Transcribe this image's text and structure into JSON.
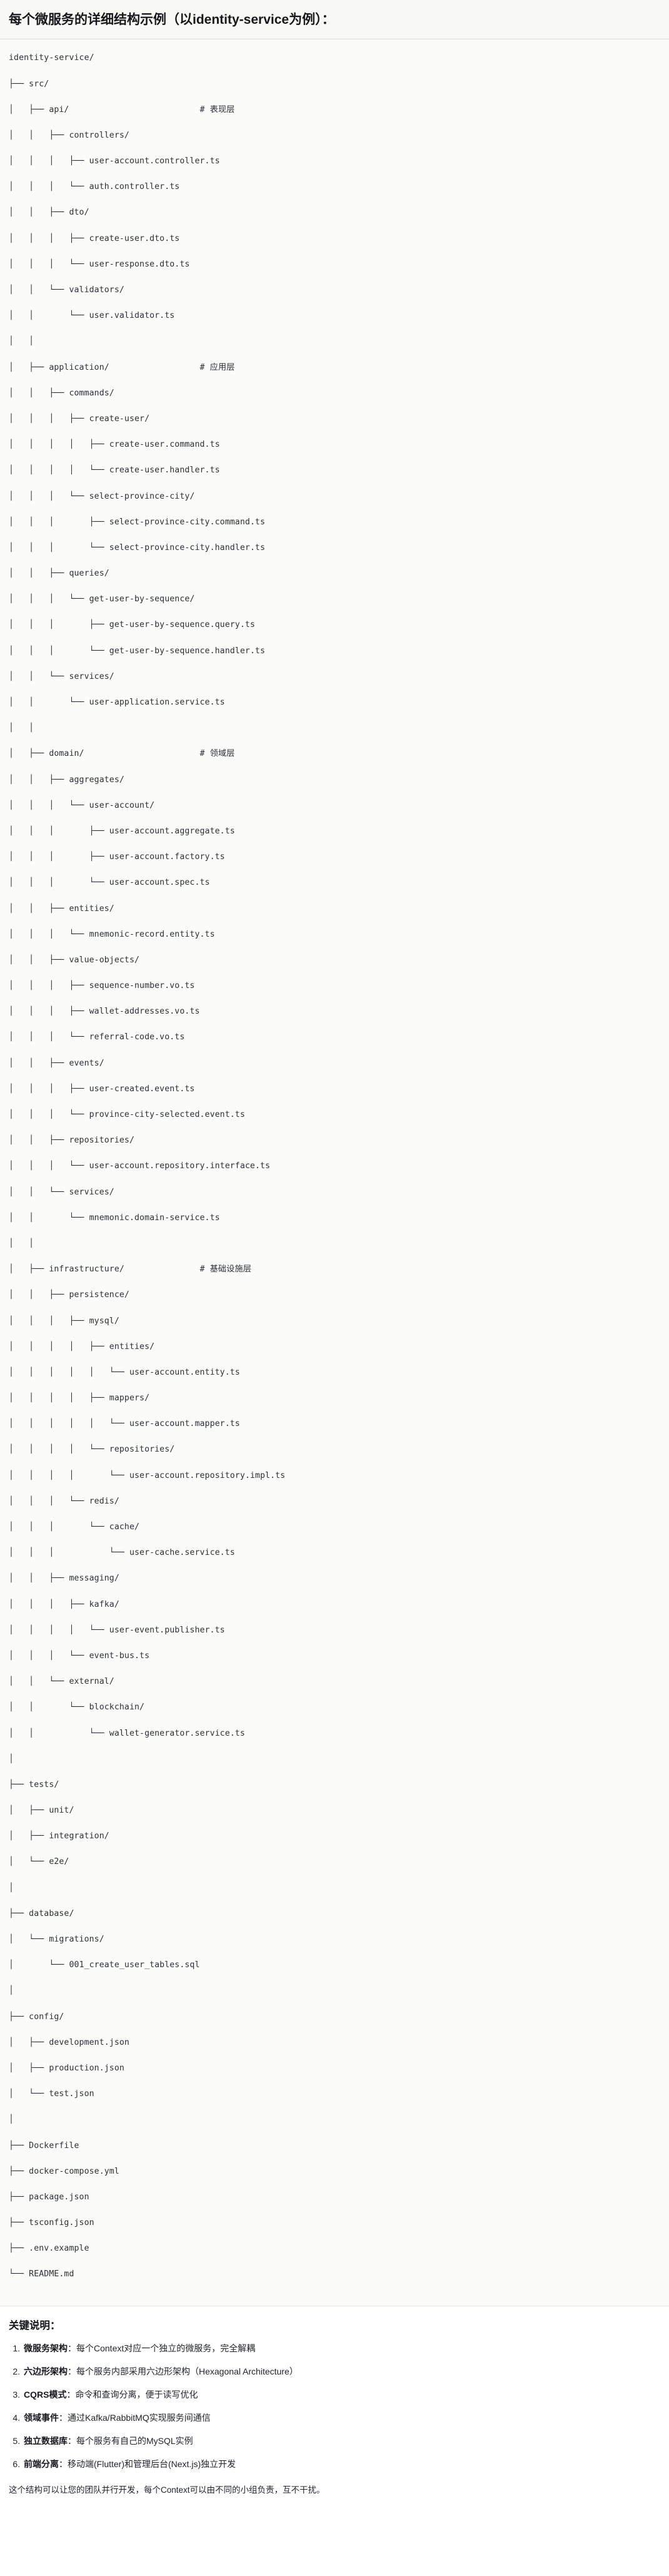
{
  "header": {
    "title": "每个微服务的详细结构示例（以identity-service为例）："
  },
  "code_block": {
    "language": "text",
    "root": "identity-service/",
    "comments": {
      "api": "# 表现层",
      "application": "# 应用层",
      "domain": "# 领域层",
      "infrastructure": "# 基础设施层"
    },
    "lines": [
      "identity-service/",
      "├── src/",
      "│   ├── api/                          # 表现层",
      "│   │   ├── controllers/",
      "│   │   │   ├── user-account.controller.ts",
      "│   │   │   └── auth.controller.ts",
      "│   │   ├── dto/",
      "│   │   │   ├── create-user.dto.ts",
      "│   │   │   └── user-response.dto.ts",
      "│   │   └── validators/",
      "│   │       └── user.validator.ts",
      "│   │",
      "│   ├── application/                  # 应用层",
      "│   │   ├── commands/",
      "│   │   │   ├── create-user/",
      "│   │   │   │   ├── create-user.command.ts",
      "│   │   │   │   └── create-user.handler.ts",
      "│   │   │   └── select-province-city/",
      "│   │   │       ├── select-province-city.command.ts",
      "│   │   │       └── select-province-city.handler.ts",
      "│   │   ├── queries/",
      "│   │   │   └── get-user-by-sequence/",
      "│   │   │       ├── get-user-by-sequence.query.ts",
      "│   │   │       └── get-user-by-sequence.handler.ts",
      "│   │   └── services/",
      "│   │       └── user-application.service.ts",
      "│   │",
      "│   ├── domain/                       # 领域层",
      "│   │   ├── aggregates/",
      "│   │   │   └── user-account/",
      "│   │   │       ├── user-account.aggregate.ts",
      "│   │   │       ├── user-account.factory.ts",
      "│   │   │       └── user-account.spec.ts",
      "│   │   ├── entities/",
      "│   │   │   └── mnemonic-record.entity.ts",
      "│   │   ├── value-objects/",
      "│   │   │   ├── sequence-number.vo.ts",
      "│   │   │   ├── wallet-addresses.vo.ts",
      "│   │   │   └── referral-code.vo.ts",
      "│   │   ├── events/",
      "│   │   │   ├── user-created.event.ts",
      "│   │   │   └── province-city-selected.event.ts",
      "│   │   ├── repositories/",
      "│   │   │   └── user-account.repository.interface.ts",
      "│   │   └── services/",
      "│   │       └── mnemonic.domain-service.ts",
      "│   │",
      "│   ├── infrastructure/               # 基础设施层",
      "│   │   ├── persistence/",
      "│   │   │   ├── mysql/",
      "│   │   │   │   ├── entities/",
      "│   │   │   │   │   └── user-account.entity.ts",
      "│   │   │   │   ├── mappers/",
      "│   │   │   │   │   └── user-account.mapper.ts",
      "│   │   │   │   └── repositories/",
      "│   │   │   │       └── user-account.repository.impl.ts",
      "│   │   │   └── redis/",
      "│   │   │       └── cache/",
      "│   │   │           └── user-cache.service.ts",
      "│   │   ├── messaging/",
      "│   │   │   ├── kafka/",
      "│   │   │   │   └── user-event.publisher.ts",
      "│   │   │   └── event-bus.ts",
      "│   │   └── external/",
      "│   │       └── blockchain/",
      "│   │           └── wallet-generator.service.ts",
      "│",
      "├── tests/",
      "│   ├── unit/",
      "│   ├── integration/",
      "│   └── e2e/",
      "│",
      "├── database/",
      "│   └── migrations/",
      "│       └── 001_create_user_tables.sql",
      "│",
      "├── config/",
      "│   ├── development.json",
      "│   ├── production.json",
      "│   └── test.json",
      "│",
      "├── Dockerfile",
      "├── docker-compose.yml",
      "├── package.json",
      "├── tsconfig.json",
      "├── .env.example",
      "└── README.md"
    ]
  },
  "notes": {
    "title": "关键说明：",
    "items": [
      {
        "term": "微服务架构",
        "sep": "：",
        "desc": "每个Context对应一个独立的微服务，完全解耦"
      },
      {
        "term": "六边形架构",
        "sep": "：",
        "desc": "每个服务内部采用六边形架构（Hexagonal Architecture）"
      },
      {
        "term": "CQRS模式",
        "sep": "：",
        "desc": "命令和查询分离，便于读写优化"
      },
      {
        "term": "领域事件",
        "sep": "：",
        "desc": "通过Kafka/RabbitMQ实现服务间通信"
      },
      {
        "term": "独立数据库",
        "sep": "：",
        "desc": "每个服务有自己的MySQL实例"
      },
      {
        "term": "前端分离",
        "sep": "：",
        "desc": "移动端(Flutter)和管理后台(Next.js)独立开发"
      }
    ]
  },
  "closing": {
    "text": "这个结构可以让您的团队并行开发，每个Context可以由不同的小组负责，互不干扰。"
  },
  "colors": {
    "header_bg": "#f8f8f5",
    "code_bg": "#fbfbf9",
    "text": "#1f2328",
    "code_text": "#2b3138",
    "border": "#d9d9d4"
  }
}
